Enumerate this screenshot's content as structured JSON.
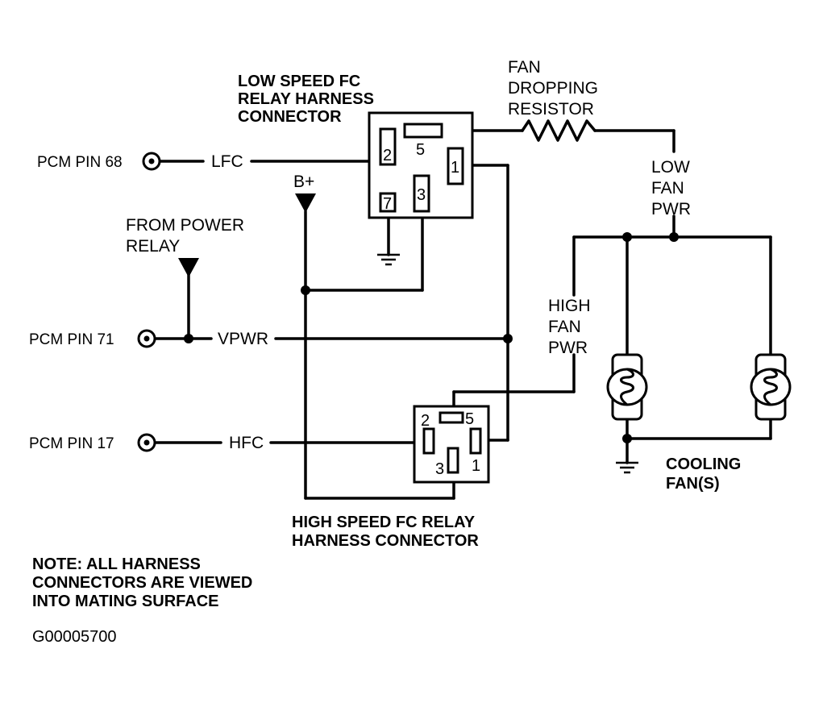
{
  "labels": {
    "low_relay_title": [
      "LOW SPEED FC",
      "RELAY HARNESS",
      "CONNECTOR"
    ],
    "high_relay_title": [
      "HIGH SPEED FC RELAY",
      "HARNESS CONNECTOR"
    ],
    "resistor": [
      "FAN",
      "DROPPING",
      "RESISTOR"
    ],
    "low_fan_pwr": [
      "LOW",
      "FAN",
      "PWR"
    ],
    "high_fan_pwr": [
      "HIGH",
      "FAN",
      "PWR"
    ],
    "from_power_relay": [
      "FROM POWER",
      "RELAY"
    ],
    "cooling_fans": [
      "COOLING",
      "FAN(S)"
    ],
    "note": [
      "NOTE: ALL HARNESS",
      "CONNECTORS ARE VIEWED",
      "INTO MATING SURFACE"
    ],
    "figure_code": "G00005700",
    "b_plus": "B+"
  },
  "pcm": {
    "pin68": "PCM PIN 68",
    "pin71": "PCM PIN 71",
    "pin17": "PCM PIN 17"
  },
  "signals": {
    "lfc": "LFC",
    "vpwr": "VPWR",
    "hfc": "HFC"
  },
  "low_relay_pins": {
    "p1": "1",
    "p2": "2",
    "p3": "3",
    "p5": "5",
    "p7": "7"
  },
  "high_relay_pins": {
    "p1": "1",
    "p2": "2",
    "p3": "3",
    "p5": "5"
  }
}
